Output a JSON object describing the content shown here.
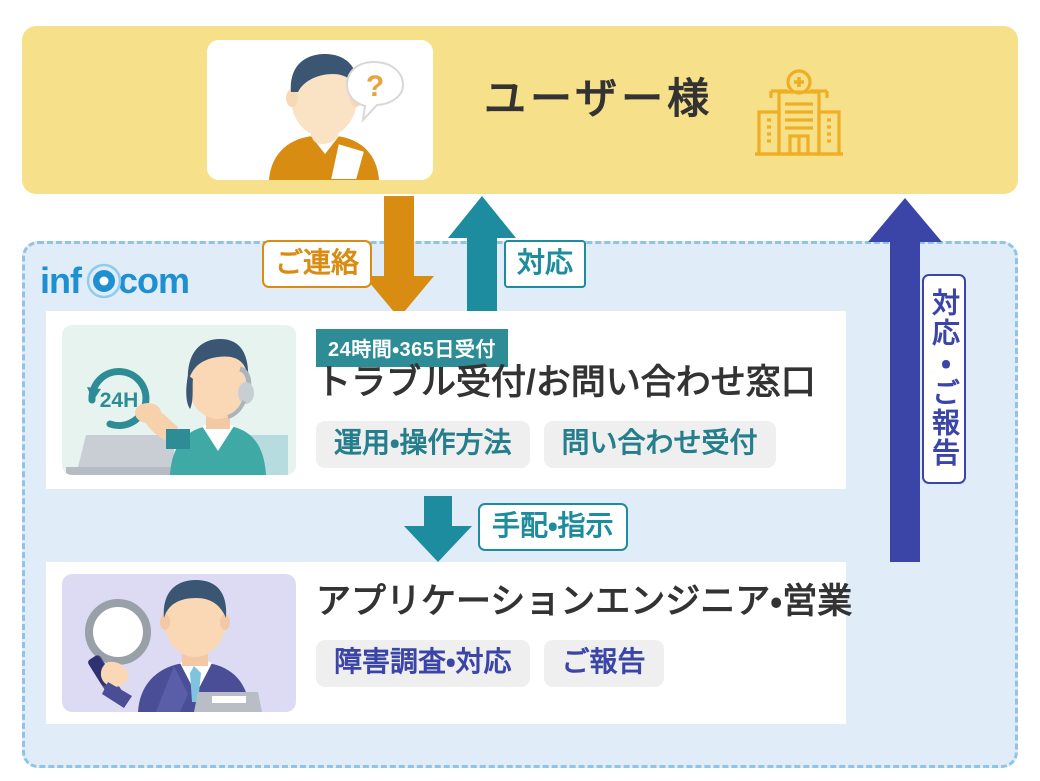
{
  "colors": {
    "banner_bg": "#F7E08A",
    "container_bg": "#E0EDF8",
    "container_border": "#8FC3E8",
    "orange": "#D98C12",
    "teal": "#1D8C9E",
    "navy": "#3B45A8",
    "badge_teal": "#2E8C96",
    "pill_bg": "#EFEFEF",
    "heading_text": "#333333"
  },
  "user_banner": {
    "title": "ユーザー様",
    "photo_icon": "thinking-user-illustration",
    "hospital_icon": "hospital-building-icon"
  },
  "infocom": {
    "logo_text": "infocom"
  },
  "arrows": {
    "contact": {
      "label": "ご連絡",
      "icon": "arrow-down-icon",
      "color": "#D98C12"
    },
    "response": {
      "label": "対応",
      "icon": "arrow-up-icon",
      "color": "#1D8C9E"
    },
    "dispatch": {
      "label": "手配・指示",
      "icon": "arrow-down-icon",
      "color": "#1D8C9E"
    },
    "report": {
      "label": "対応・ご報告",
      "icon": "arrow-up-icon",
      "color": "#3B45A8"
    }
  },
  "cards": {
    "support": {
      "badge": "24時間・365日受付",
      "heading": "トラブル受付/お問い合わせ窓口",
      "thumb_icon": "support-agent-headset-illustration",
      "thumb_badge": "24H",
      "pills": [
        "運用・操作方法",
        "問い合わせ受付"
      ]
    },
    "engineer": {
      "heading": "アプリケーションエンジニア・営業",
      "thumb_icon": "engineer-magnifier-illustration",
      "pills": [
        "障害調査・対応",
        "ご報告"
      ]
    }
  }
}
